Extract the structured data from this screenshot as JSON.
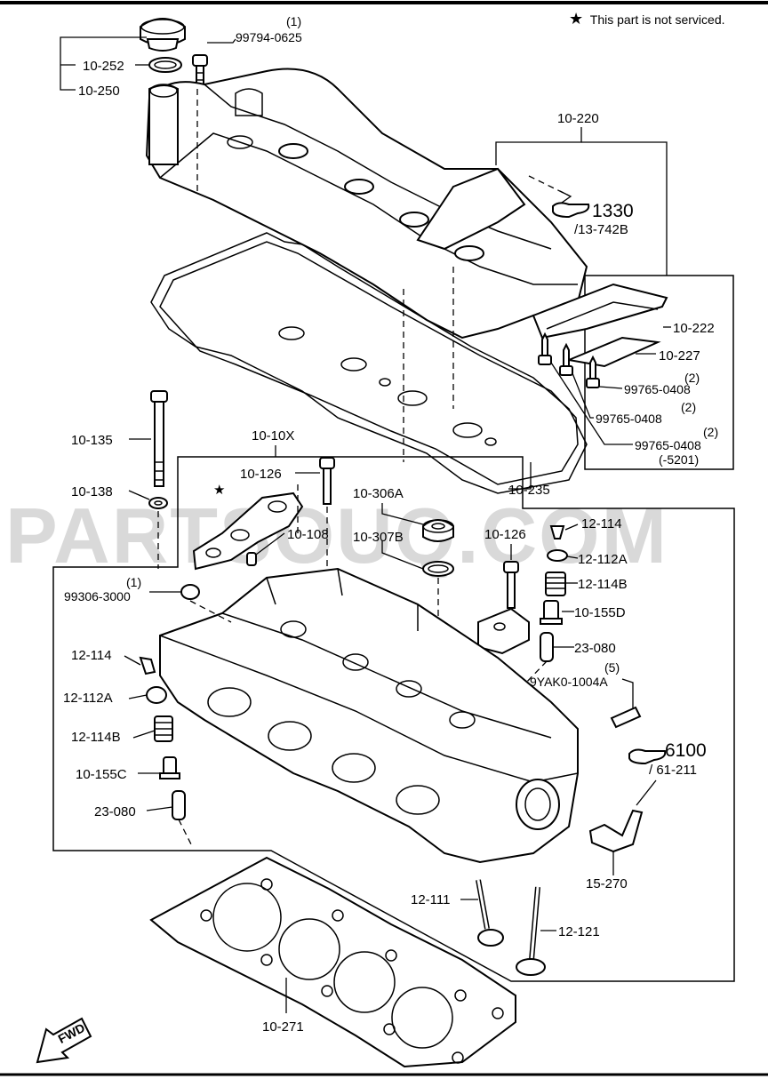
{
  "note": {
    "star": "★",
    "text": "This part is not serviced."
  },
  "watermark": "PARTSOUQ.COM",
  "fwd_label": "FWD",
  "refs": {
    "ref_1330": {
      "num": "1330",
      "sub": "/13-742B"
    },
    "ref_6100": {
      "num": "6100",
      "sub": "/ 61-211"
    }
  },
  "labels": {
    "l_10_252": "10-252",
    "l_10_250": "10-250",
    "l_qty_11": "(1)",
    "l_99794": "99794-0625",
    "l_10_220": "10-220",
    "l_10_222": "10-222",
    "l_10_227": "10-227",
    "l_qty_a": "(2)",
    "l_99765_a": "99765-0408",
    "l_qty_b": "(2)",
    "l_99765_b": "99765-0408",
    "l_qty_c": "(2)",
    "l_99765_c": "99765-0408",
    "l_5201": "(-5201)",
    "l_10_135": "10-135",
    "l_10_10x": "10-10X",
    "l_10_126a": "10-126",
    "l_10_138": "10-138",
    "l_10_235": "10-235",
    "l_10_306a": "10-306A",
    "l_10_307b": "10-307B",
    "l_10_108": "10-108",
    "l_10_126b": "10-126",
    "l_12_114a": "12-114",
    "l_12_112a_r": "12-112A",
    "l_12_114b_r": "12-114B",
    "l_10_155d": "10-155D",
    "l_23_080_r": "23-080",
    "l_qty_5": "(5)",
    "l_9yak": "9YAK0-1004A",
    "l_qty_1": "(1)",
    "l_99306": "99306-3000",
    "l_12_114_l": "12-114",
    "l_12_112a_l": "12-112A",
    "l_12_114b_l": "12-114B",
    "l_10_155c": "10-155C",
    "l_23_080_l": "23-080",
    "l_15_270": "15-270",
    "l_12_111": "12-111",
    "l_12_121": "12-121",
    "l_10_271": "10-271"
  },
  "colors": {
    "ink": "#000000",
    "paper": "#ffffff",
    "watermark": "#b9b9b9"
  }
}
